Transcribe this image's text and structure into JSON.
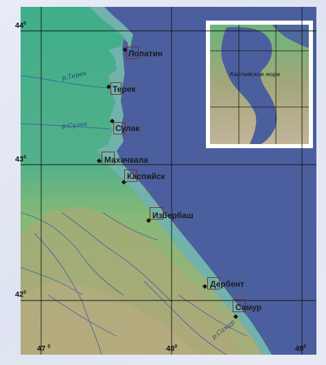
{
  "map": {
    "latitude_labels": [
      "44",
      "43",
      "42"
    ],
    "longitude_labels": [
      "47",
      "48",
      "49"
    ],
    "degree_symbol": "0",
    "cities": [
      {
        "id": "lopatin",
        "name": "Лопатин"
      },
      {
        "id": "terek",
        "name": "Терек"
      },
      {
        "id": "sulak",
        "name": "Сулак"
      },
      {
        "id": "makhachkala",
        "name": "Махачкала"
      },
      {
        "id": "kaspiysk",
        "name": "Каспийск"
      },
      {
        "id": "izberbash",
        "name": "Избербаш"
      },
      {
        "id": "derbent",
        "name": "Дербент"
      },
      {
        "id": "samur",
        "name": "Самур"
      }
    ],
    "rivers": [
      {
        "id": "terek-river",
        "name": "р.Терек"
      },
      {
        "id": "sulak-river",
        "name": "р.Сулак"
      },
      {
        "id": "samur-river",
        "name": "р.Самур"
      }
    ],
    "inset": {
      "label": "Каспийское море"
    },
    "colors": {
      "sea": "#4b5f9e",
      "lowland": "#3fa684",
      "coast": "#6ec0a0",
      "upland": "#8dbd78",
      "mountains": "#a8a878",
      "grid": "#111111"
    }
  }
}
